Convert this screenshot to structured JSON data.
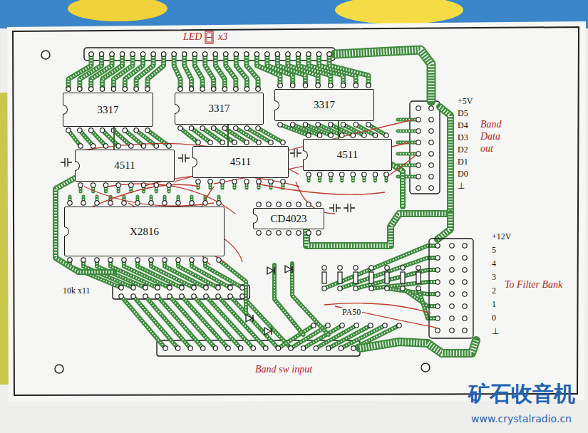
{
  "diagram": {
    "nodes": [
      {
        "text": [
          "3317"
        ]
      },
      {
        "text": [
          "3317"
        ]
      },
      {
        "text": [
          "3317"
        ]
      },
      {
        "text": [
          "4511"
        ]
      },
      {
        "text": [
          "4511"
        ]
      },
      {
        "text": [
          "4511"
        ]
      },
      {
        "text": [
          "X2816"
        ]
      },
      {
        "text": [
          "CD4023"
        ]
      }
    ],
    "edges": [
      {
        "from": 0,
        "to": 3,
        "arrow": "none"
      },
      {
        "from": 1,
        "to": 4,
        "arrow": "none"
      },
      {
        "from": 2,
        "to": 5,
        "arrow": "none"
      }
    ],
    "labels": [
      "LED",
      "x3",
      "+5V",
      "D5",
      "D4",
      "D3",
      "D2",
      "D1",
      "D0",
      "⊥",
      "Band Data out",
      "+12V",
      "5",
      "4",
      "3",
      "2",
      "1",
      "0",
      "⊥",
      "To Filter Bank",
      "10k x11",
      "PA50",
      "Band sw input",
      "矿石收音机",
      "www.crystalradio.cn"
    ]
  }
}
